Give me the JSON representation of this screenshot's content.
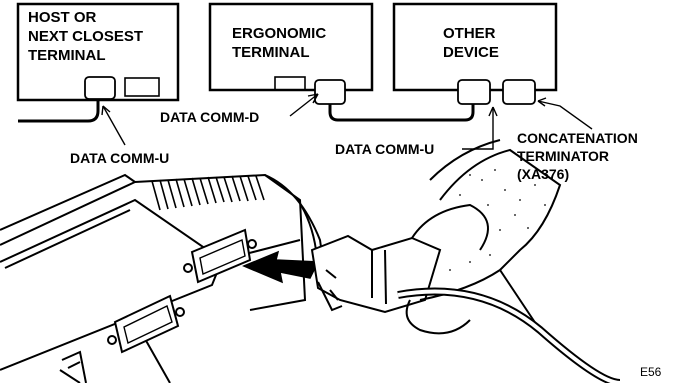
{
  "devices": {
    "host": {
      "line1": "HOST OR",
      "line2": "NEXT CLOSEST",
      "line3": "TERMINAL"
    },
    "ergonomic": {
      "line1": "ERGONOMIC",
      "line2": "TERMINAL"
    },
    "other": {
      "line1": "OTHER",
      "line2": "DEVICE"
    }
  },
  "callouts": {
    "host_port": "DATA COMM-U",
    "ergo_port": "DATA COMM-D",
    "other_port": "DATA COMM-U",
    "terminator_line1": "CONCATENATION",
    "terminator_line2": "TERMINATOR",
    "terminator_line3": "(XA376)"
  },
  "figure_id": "E56"
}
